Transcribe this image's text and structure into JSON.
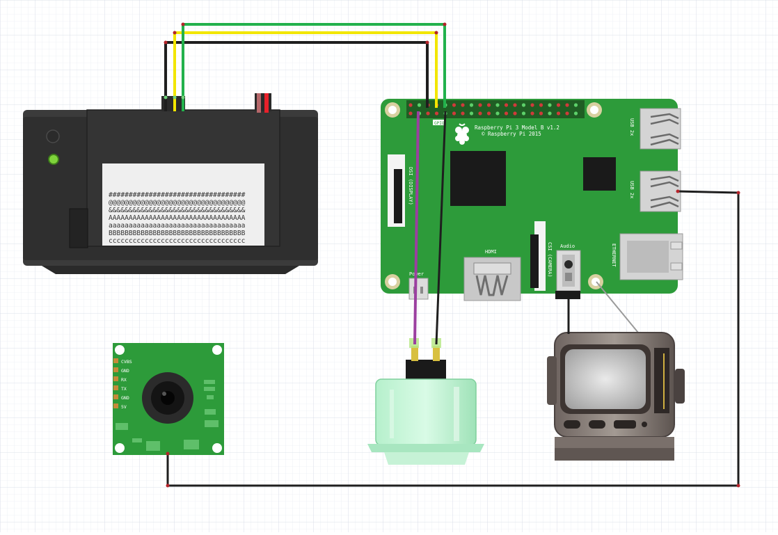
{
  "board": {
    "model_text": "Raspberry Pi 3 Model B v1.2",
    "copyright_text": "© Raspberry Pi 2015",
    "gpio_label": "GPIO",
    "dsi_label": "DSI (DISPLAY)",
    "csi_label": "CSI (CAMERA)",
    "hdmi_label": "HDMI",
    "audio_label": "Audio",
    "power_label": "Power",
    "usb_top_label": "USB 2x",
    "usb_bottom_label": "USB 2x",
    "ethernet_label": "ETHERNET"
  },
  "printer": {
    "paper_lines": [
      "##################################",
      "@@@@@@@@@@@@@@@@@@@@@@@@@@@@@@@@@@",
      "&&&&&&&&&&&&&&&&&&&&&&&&&&&&&&&&&&",
      "AAAAAAAAAAAAAAAAAAAAAAAAAAAAAAAAAA",
      "aaaaaaaaaaaaaaaaaaaaaaaaaaaaaaaaaa",
      "BBBBBBBBBBBBBBBBBBBBBBBBBBBBBBBBBB",
      "cccccccccccccccccccccccccccccccccc"
    ]
  },
  "camera": {
    "pins": [
      "CVBS",
      "GND",
      "RX",
      "TX",
      "GND",
      "5V"
    ]
  },
  "colors": {
    "board": "#2d9b3a",
    "wire_black": "#1e1e1e",
    "wire_yellow": "#f2e600",
    "wire_green": "#22b14c",
    "wire_purple": "#9b3fa0",
    "wire_red": "#e8202a",
    "printer_body": "#3a3a3a",
    "button_cap": "#8fe5b0"
  }
}
